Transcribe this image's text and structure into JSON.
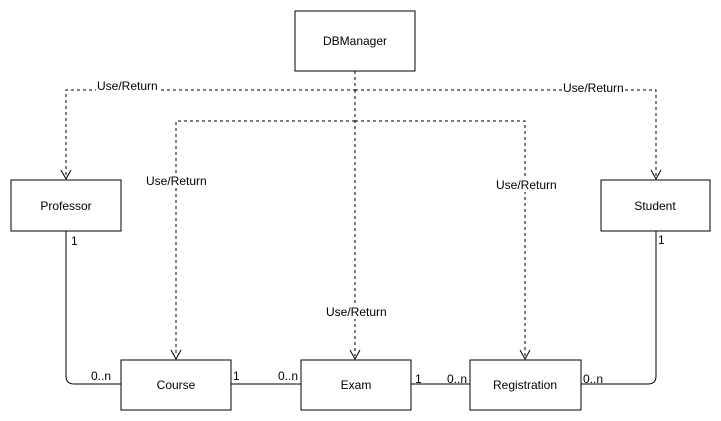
{
  "nodes": {
    "dbmanager": "DBManager",
    "professor": "Professor",
    "student": "Student",
    "course": "Course",
    "exam": "Exam",
    "registration": "Registration"
  },
  "dependencies": {
    "to_professor": "Use/Return",
    "to_student": "Use/Return",
    "to_course": "Use/Return",
    "to_registration": "Use/Return",
    "to_exam": "Use/Return"
  },
  "multiplicities": {
    "professor_end": "1",
    "course_from_professor": "0..n",
    "course_to_exam": "1",
    "exam_from_course": "0..n",
    "exam_to_registration": "1",
    "registration_from_exam": "0..n",
    "registration_to_student": "0..n",
    "student_end": "1"
  }
}
